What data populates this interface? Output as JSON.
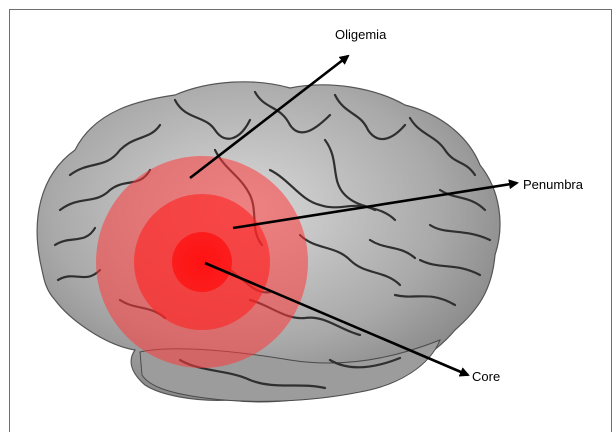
{
  "labels": {
    "oligemia": "Oligemia",
    "penumbra": "Penumbra",
    "core": "Core"
  },
  "colors": {
    "brain_base": "#b9b9b9",
    "brain_sulci": "#2f2f2f",
    "zone_oligemia": "#ff3a3a",
    "zone_penumbra": "#ff2020",
    "zone_core": "#ff0000",
    "arrow": "#000000"
  },
  "icons": {
    "brain": "brain-illustration",
    "arrows": "arrow-pointer"
  }
}
